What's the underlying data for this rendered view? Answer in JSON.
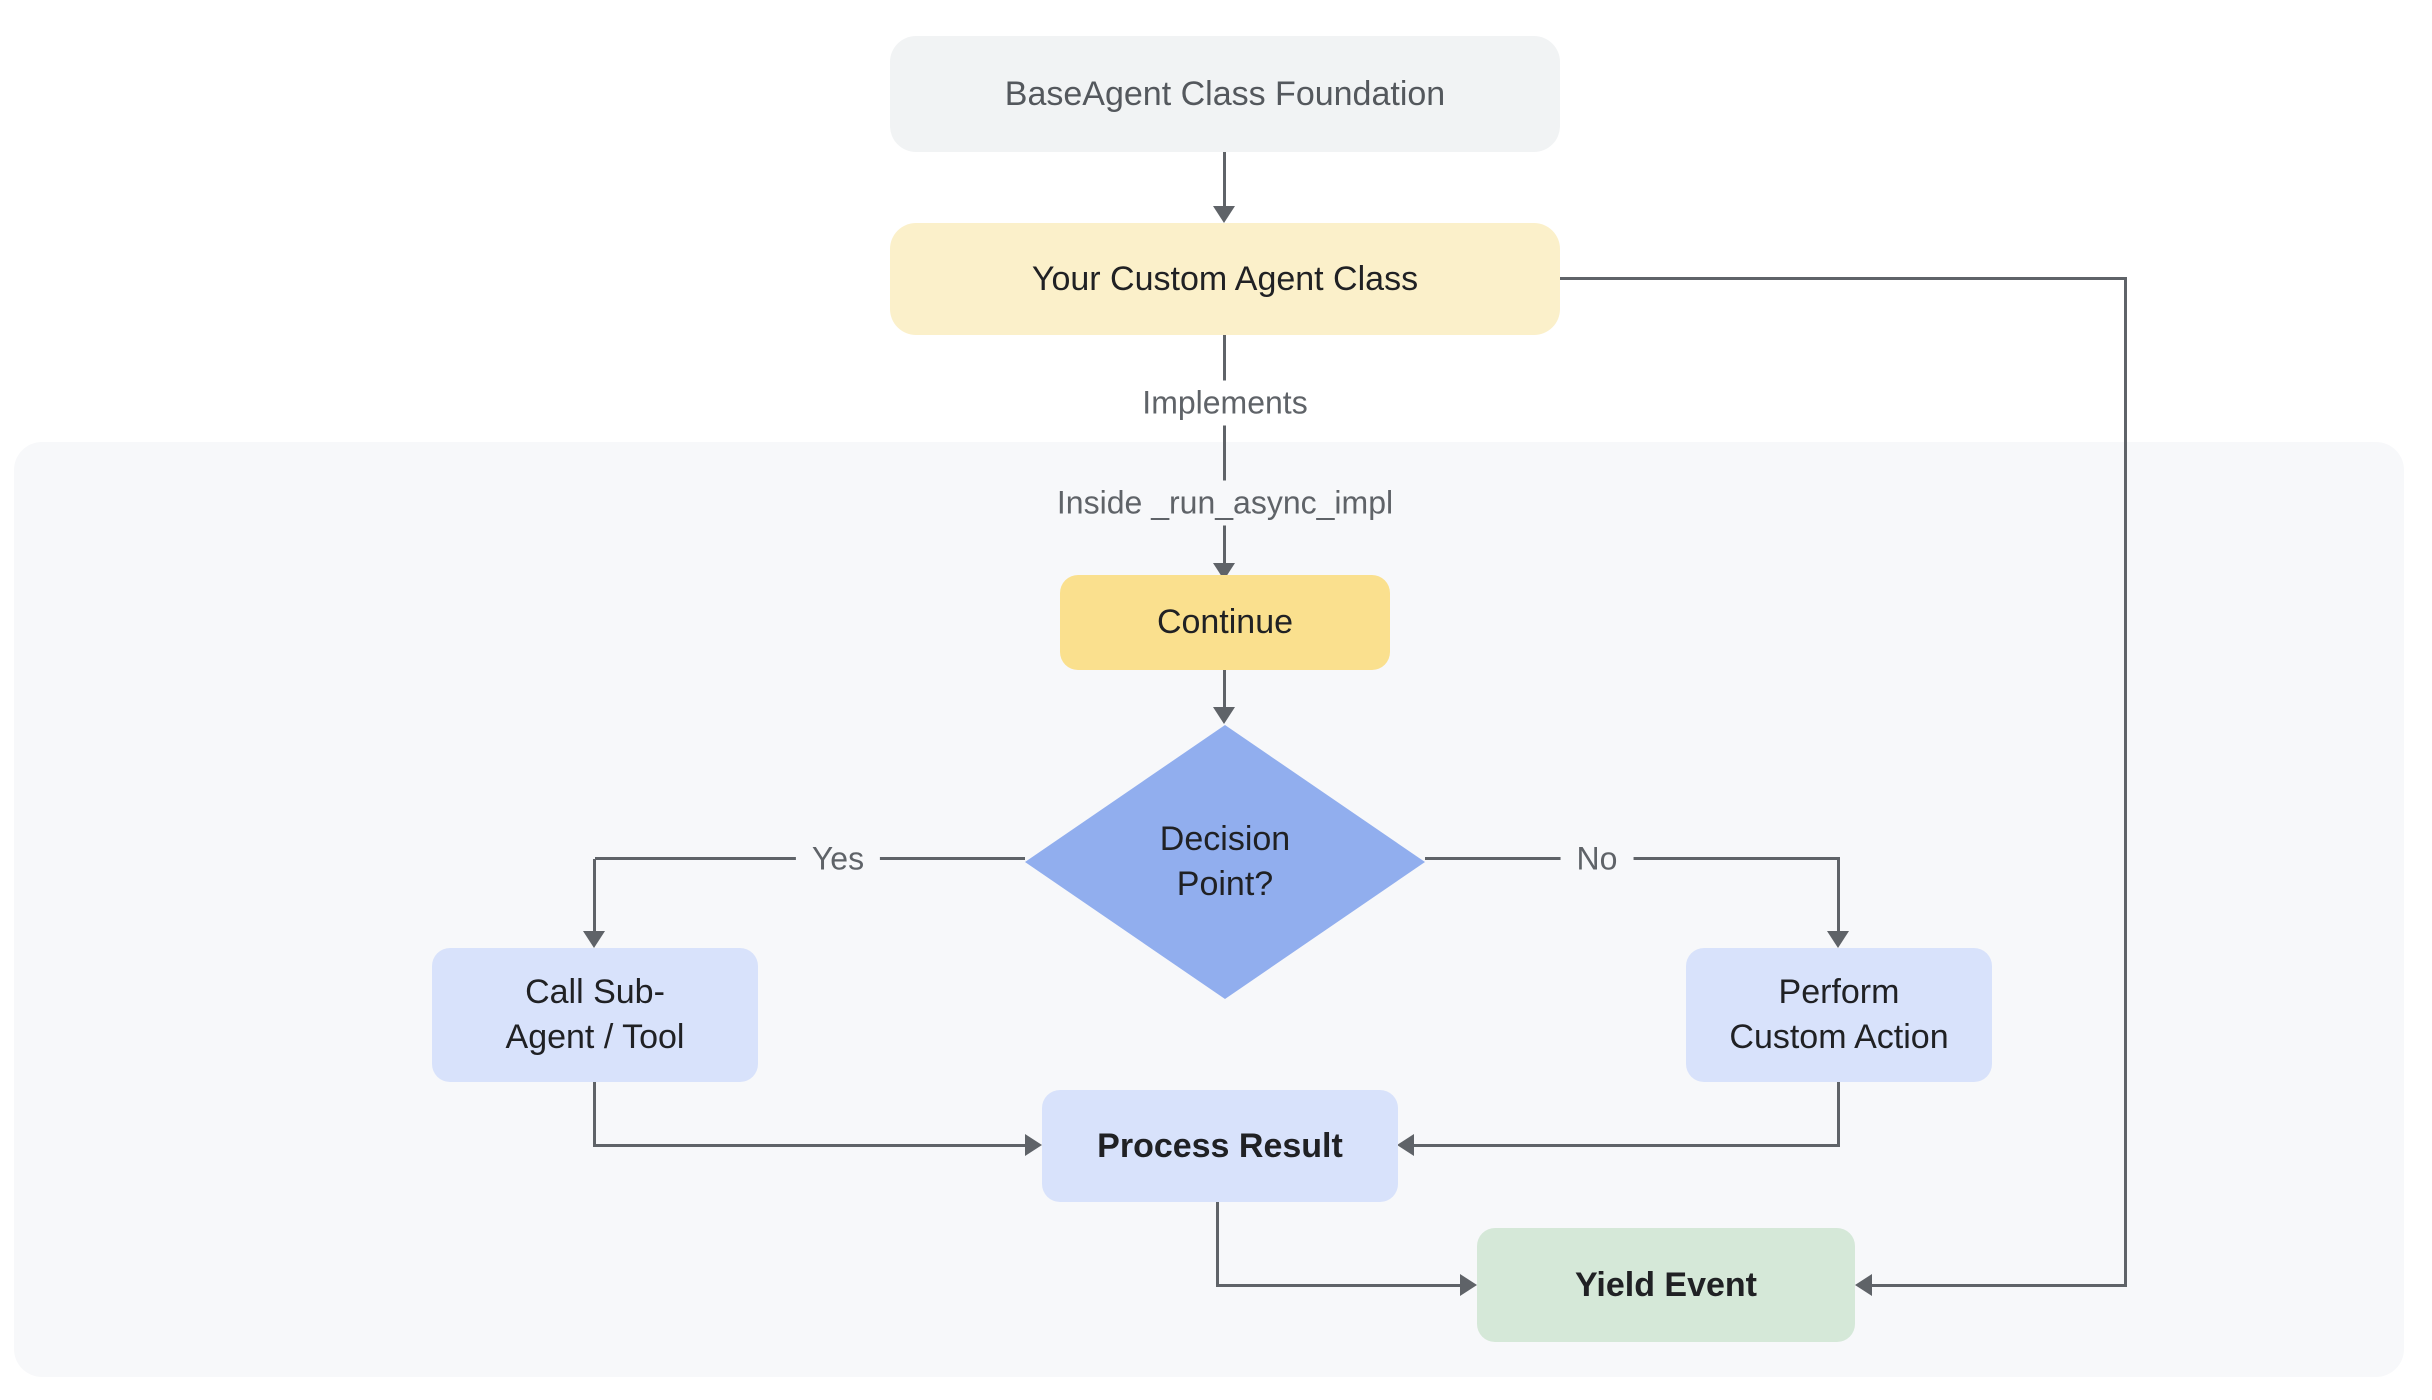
{
  "diagram": {
    "nodes": {
      "base": {
        "label": "BaseAgent Class Foundation"
      },
      "custom": {
        "label": "Your Custom Agent Class"
      },
      "continue": {
        "label": "Continue"
      },
      "decision": {
        "label": "Decision\nPoint?"
      },
      "call_sub": {
        "label": "Call Sub-\nAgent / Tool"
      },
      "perform": {
        "label": "Perform\nCustom Action"
      },
      "process": {
        "label": "Process Result"
      },
      "yield": {
        "label": "Yield Event"
      }
    },
    "edge_labels": {
      "implements": "Implements",
      "inside_impl": "Inside _run_async_impl",
      "yes": "Yes",
      "no": "No"
    },
    "colors": {
      "container_bg": "#f7f8fa",
      "node_gray": "#f1f3f4",
      "yellow_light": "#fbf0ca",
      "yellow": "#fae08e",
      "blue": "#91aeee",
      "blue_light": "#d8e2fb",
      "green": "#d5e8d8",
      "line": "#5f6368",
      "text_dark": "#202124",
      "text_gray": "#5f6368",
      "text_gray_dark": "#54585d"
    }
  }
}
